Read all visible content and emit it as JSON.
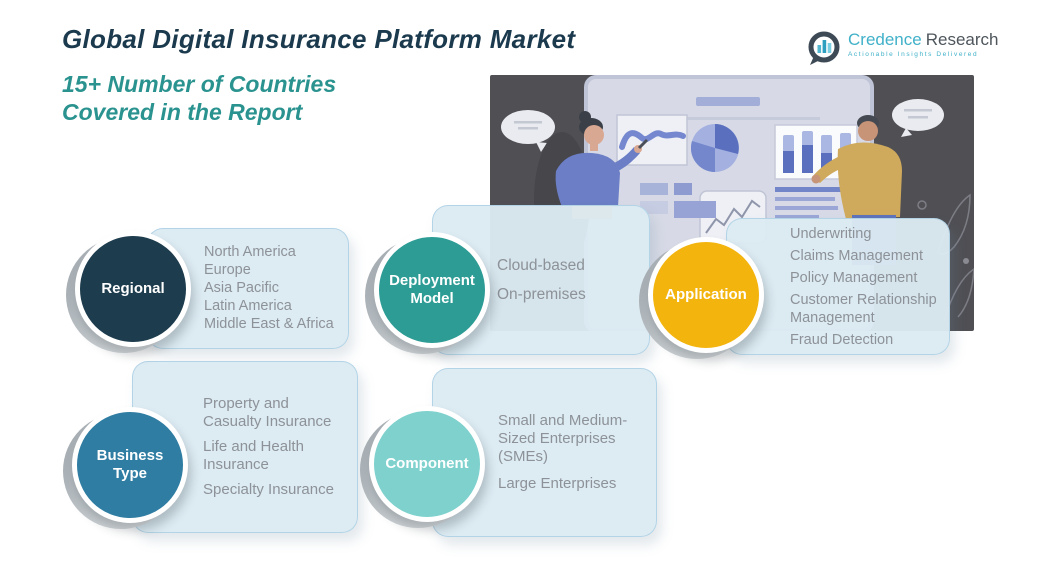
{
  "page": {
    "title": "Global Digital Insurance Platform Market",
    "subtitle_lines": [
      "15+ Number of Countries",
      "Covered in the Report"
    ]
  },
  "logo": {
    "brand_primary": "Credence",
    "brand_secondary": "Research",
    "tagline": "Actionable Insights Delivered"
  },
  "colors": {
    "title_text": "#1b3a4e",
    "subtitle_text": "#2a938f",
    "box_background": "#dceaf3",
    "item_text": "#8d9298",
    "brand_teal": "#41b1c9",
    "brand_gray": "#4e565c"
  },
  "groups": [
    {
      "label": "Regional",
      "color": "#1d3c4d",
      "items": [
        "North America",
        "Europe",
        "Asia Pacific",
        "Latin America",
        "Middle East & Africa"
      ]
    },
    {
      "label": "Deployment Model",
      "color": "#2d9c95",
      "items": [
        "Cloud-based",
        "On-premises"
      ]
    },
    {
      "label": "Application",
      "color": "#f3b40e",
      "items": [
        "Underwriting",
        "Claims Management",
        "Policy Management",
        "Customer Relationship Management",
        "Fraud Detection"
      ]
    },
    {
      "label": "Business Type",
      "color": "#2f7da2",
      "items": [
        "Property and Casualty Insurance",
        "Life and Health Insurance",
        "Specialty Insurance"
      ]
    },
    {
      "label": "Component",
      "color": "#7ed1cd",
      "items": [
        "Small and Medium-Sized Enterprises (SMEs)",
        "Large Enterprises"
      ]
    }
  ]
}
